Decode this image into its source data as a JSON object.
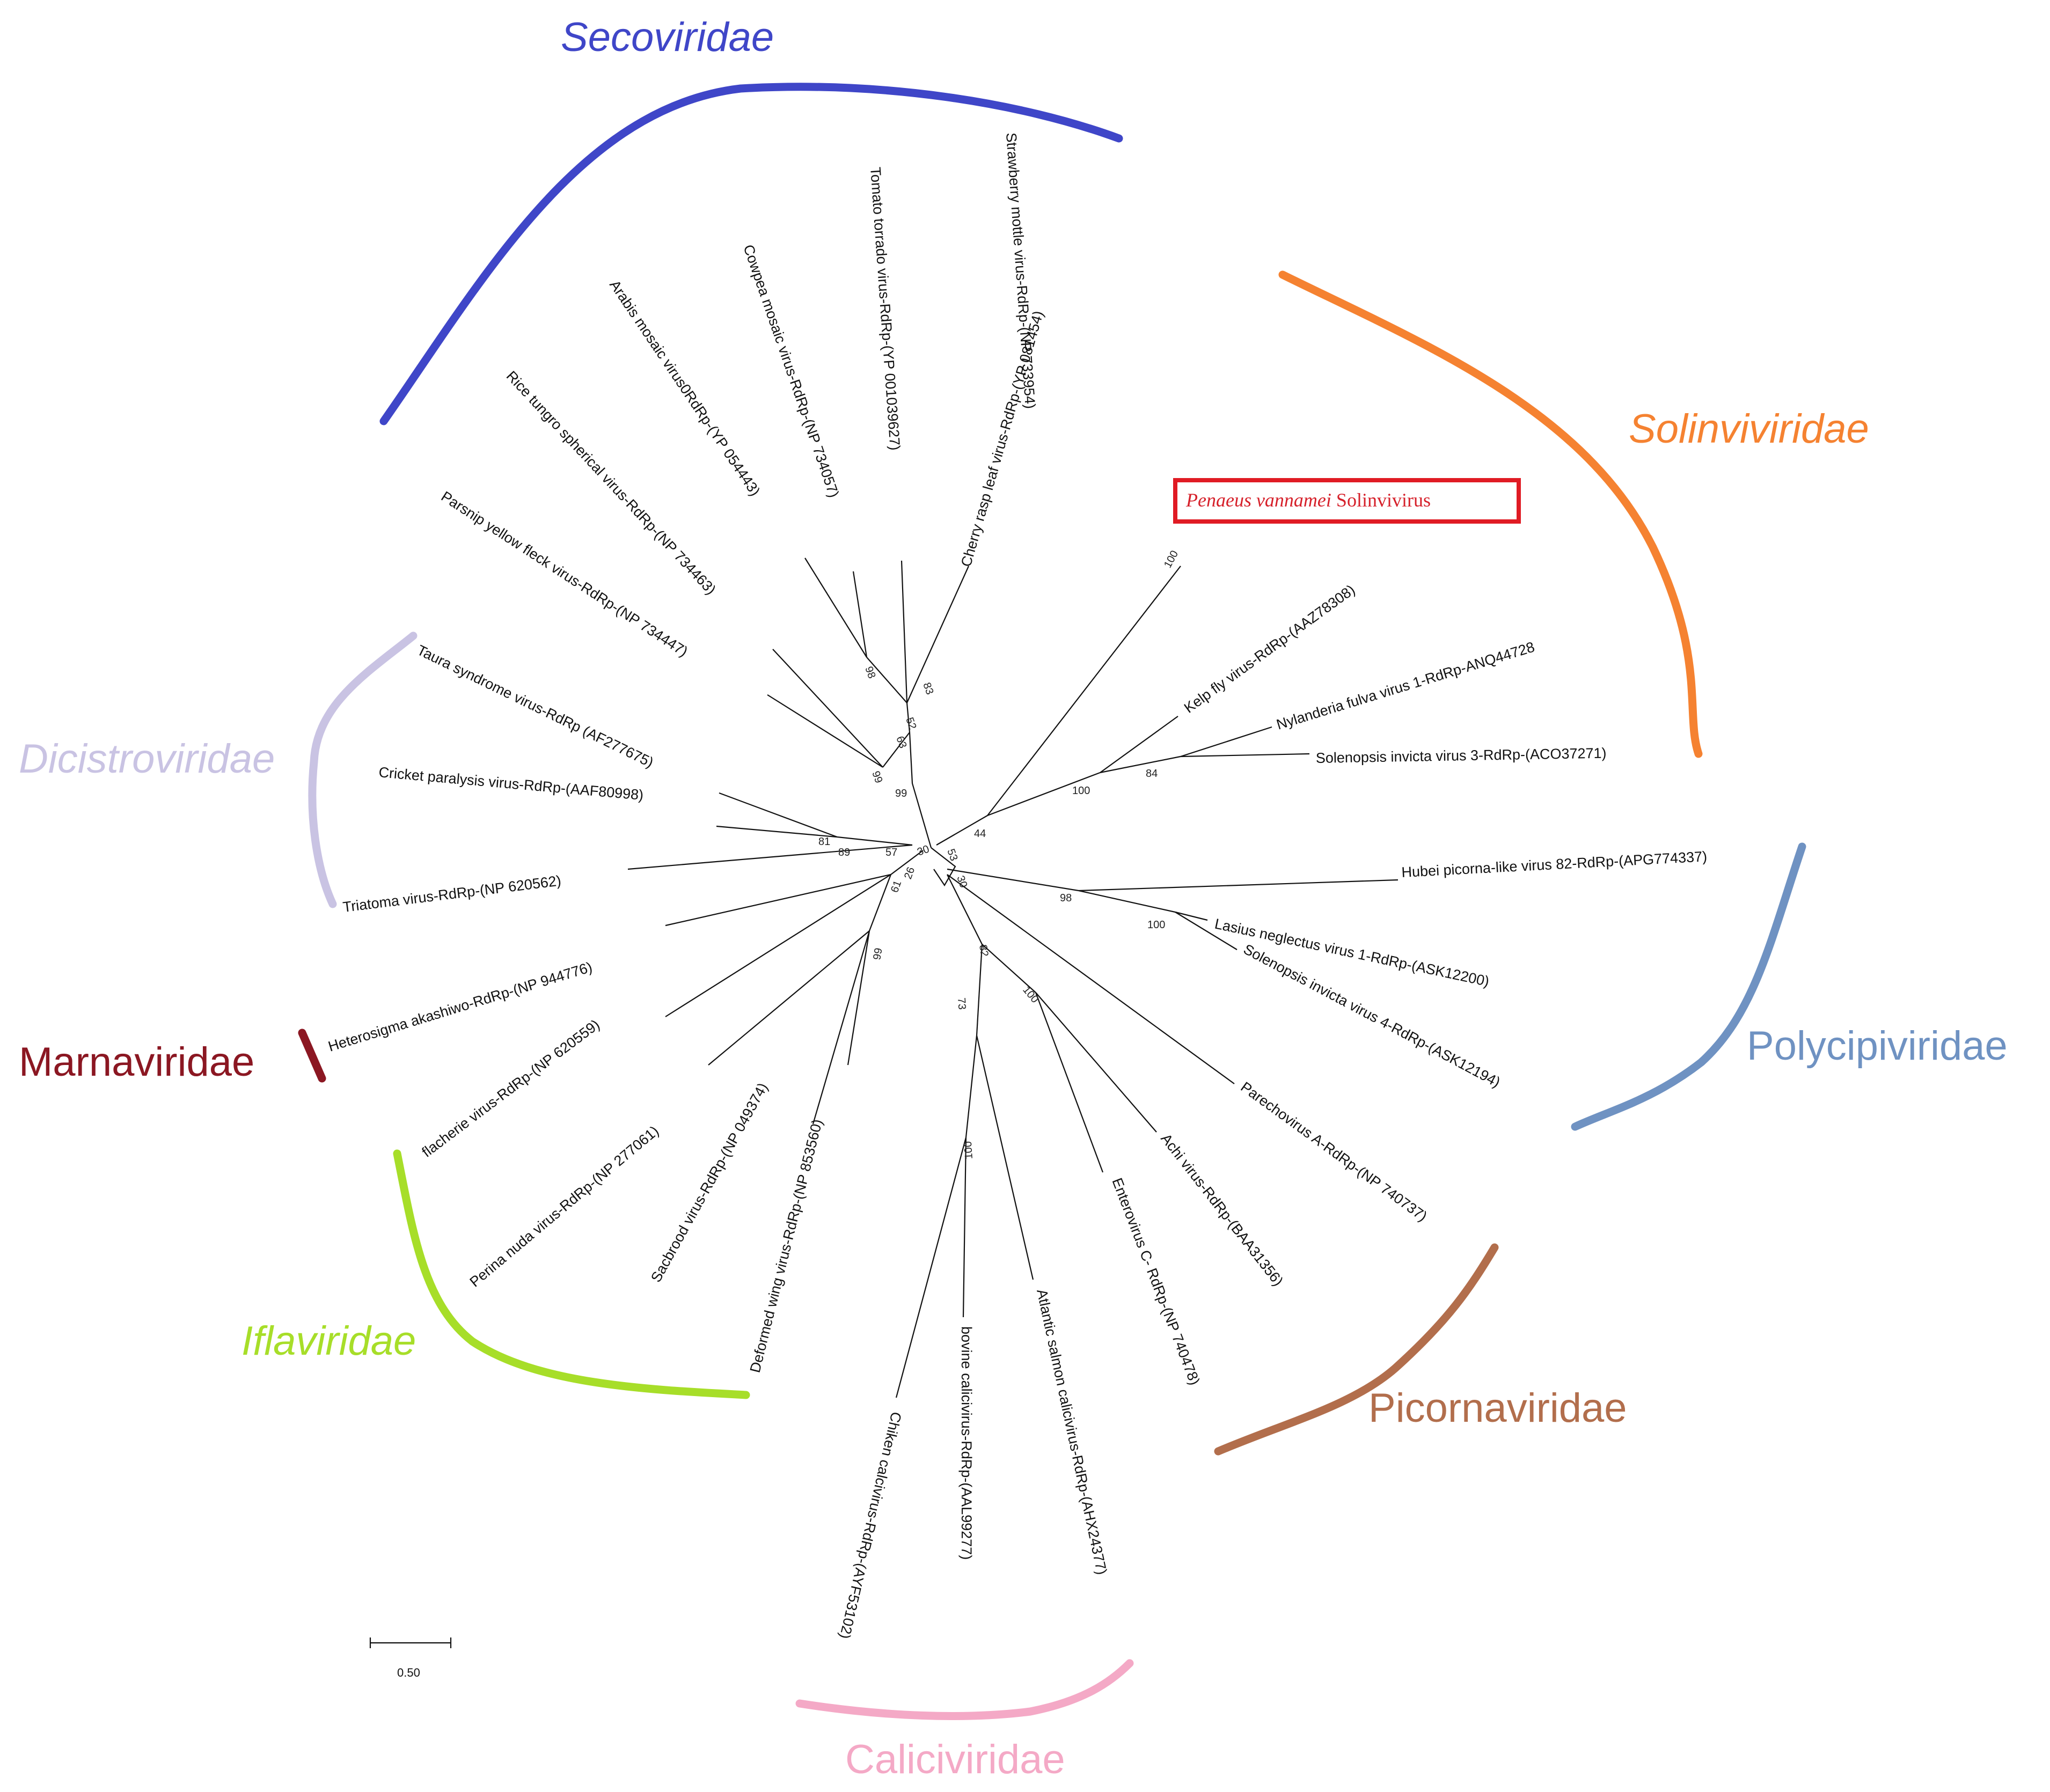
{
  "families": {
    "secoviridae": {
      "label": "Secoviridae",
      "color": "#3f46c8"
    },
    "solinviviridae": {
      "label": "Solinviviridae",
      "color": "#f58231"
    },
    "dicistroviridae": {
      "label": "Dicistroviridae",
      "color": "#c9c3e3"
    },
    "marnaviridae": {
      "label": "Marnaviridae",
      "color": "#8b1722"
    },
    "polycipiviridae": {
      "label": "Polycipiviridae",
      "color": "#6f92c2"
    },
    "iflaviridae": {
      "label": "Iflaviridae",
      "color": "#a7de29"
    },
    "picornaviridae": {
      "label": "Picornaviridae",
      "color": "#b26e4c"
    },
    "caliciviridae": {
      "label": "Caliciviridae",
      "color": "#f4a9c6"
    }
  },
  "highlight": {
    "name_italic": "Penaeus vannamei",
    "name_rest": " Solinvivirus",
    "border_color": "#e01b24"
  },
  "leaves": [
    {
      "id": "cherry",
      "label": "Cherry rasp leaf virus-RdRp-(YP 081454)"
    },
    {
      "id": "strawberry",
      "label": "Strawberry mottle virus-RdRp-(NP 733954)"
    },
    {
      "id": "tomato",
      "label": "Tomato torrado virus-RdRp-(YP 001039627)"
    },
    {
      "id": "cowpea",
      "label": "Cowpea mosaic virus-RdRp-(NP 734057)"
    },
    {
      "id": "arabis",
      "label": "Arabis mosaic virus0RdRp-(YP 054443)"
    },
    {
      "id": "rice",
      "label": "Rice tungro spherical virus-RdRp-(NP 734463)"
    },
    {
      "id": "parsnip",
      "label": "Parsnip yellow fleck virus-RdRp-(NP 734447)"
    },
    {
      "id": "taura",
      "label": "Taura syndrome virus-RdRp (AF277675)"
    },
    {
      "id": "cricket",
      "label": "Cricket paralysis virus-RdRp-(AAF80998)"
    },
    {
      "id": "triatoma",
      "label": "Triatoma virus-RdRp-(NP 620562)"
    },
    {
      "id": "heterosigma",
      "label": "Heterosigma akashiwo-RdRp-(NP 944776)"
    },
    {
      "id": "flacherie",
      "label": "flacherie virus-RdRp-(NP 620559)"
    },
    {
      "id": "perina",
      "label": "Perina nuda virus-RdRp-(NP 277061)"
    },
    {
      "id": "sacbrood",
      "label": "Sacbrood virus-RdRp-(NP 049374)"
    },
    {
      "id": "deformed",
      "label": "Deformed wing virus-RdRp-(NP 853560)"
    },
    {
      "id": "chiken",
      "label": "Chiken calcivirus-RdRp-(AYF53102)"
    },
    {
      "id": "bovine",
      "label": "bovine calicivirus-RdRp-(AAL99277)"
    },
    {
      "id": "atlantic",
      "label": "Atlantic salmon calicivirus-RdRp-(AHX24377)"
    },
    {
      "id": "enterovirus",
      "label": "Enterovirus C- RdRp-(NP 740478)"
    },
    {
      "id": "achi",
      "label": "Achi virus-RdRp-(BAA31356)"
    },
    {
      "id": "parechovirus",
      "label": "Parechovirus A-RdRp-(NP 740737)"
    },
    {
      "id": "solinvicta4",
      "label": "Solenopsis invicta virus 4-RdRp-(ASK12194)"
    },
    {
      "id": "lasius",
      "label": "Lasius neglectus virus 1-RdRp-(ASK12200)"
    },
    {
      "id": "hubei",
      "label": "Hubei picorna-like virus 82-RdRp-(APG774337)"
    },
    {
      "id": "solinvicta3",
      "label": "Solenopsis invicta virus 3-RdRp-(ACO37271)"
    },
    {
      "id": "nylanderia",
      "label": "Nylanderia fulva virus 1-RdRp-ANQ44728"
    },
    {
      "id": "kelp",
      "label": "Kelp fly virus-RdRp-(AAZ78308)"
    }
  ],
  "supports": [
    "100",
    "84",
    "100",
    "44",
    "98",
    "100",
    "82",
    "100",
    "73",
    "100",
    "99",
    "61",
    "26",
    "30",
    "57",
    "89",
    "81",
    "99",
    "99",
    "63",
    "52",
    "98",
    "83",
    "53",
    "30"
  ],
  "scale_bar": {
    "label": "0.50"
  }
}
